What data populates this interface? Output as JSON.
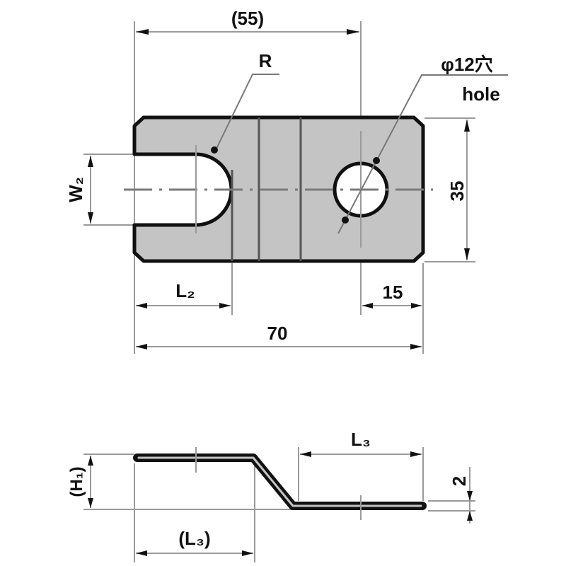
{
  "drawing": {
    "colors": {
      "plate_fill": "#c4c4c4",
      "outline": "#111111",
      "dimension_line": "#9a9a9a",
      "background": "#ffffff"
    },
    "top_view": {
      "dim_overall_to_hole": "(55)",
      "radius_label": "R",
      "hole_label_ja": "φ12穴",
      "hole_label_en": "hole",
      "dim_height": "35",
      "dim_slot_width": "W₂",
      "dim_slot_length": "L₂",
      "dim_hole_offset": "15",
      "dim_overall_length": "70"
    },
    "side_view": {
      "dim_upper_flange": "(L₃)",
      "dim_lower_flange": "L₃",
      "dim_height": "(H₁)",
      "dim_thickness": "2"
    }
  }
}
